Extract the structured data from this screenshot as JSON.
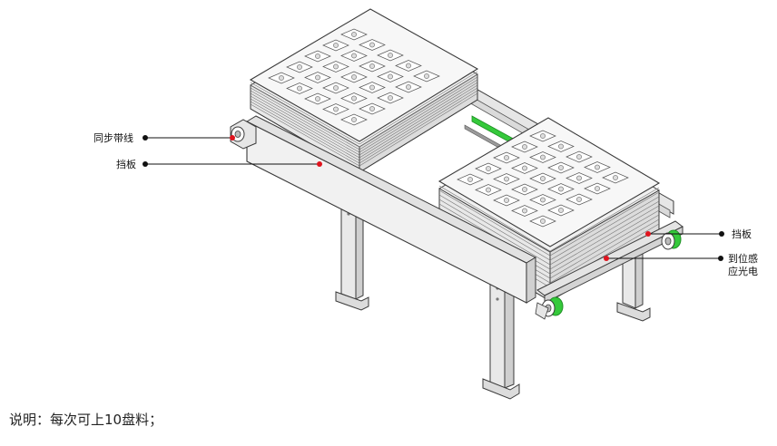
{
  "labels": {
    "sync_belt": "同步带线",
    "baffle_left": "挡板",
    "baffle_right": "挡板",
    "sensor_line1": "到位感",
    "sensor_line2": "应光电"
  },
  "caption": "说明：每次可上10盘料；",
  "colors": {
    "frame_stroke": "#3a3a3a",
    "frame_fill": "#f2f2f2",
    "tray_fill": "#f4f4f4",
    "belt_green": "#35c93b",
    "marker_red": "#e0141e",
    "leader": "#111111"
  }
}
